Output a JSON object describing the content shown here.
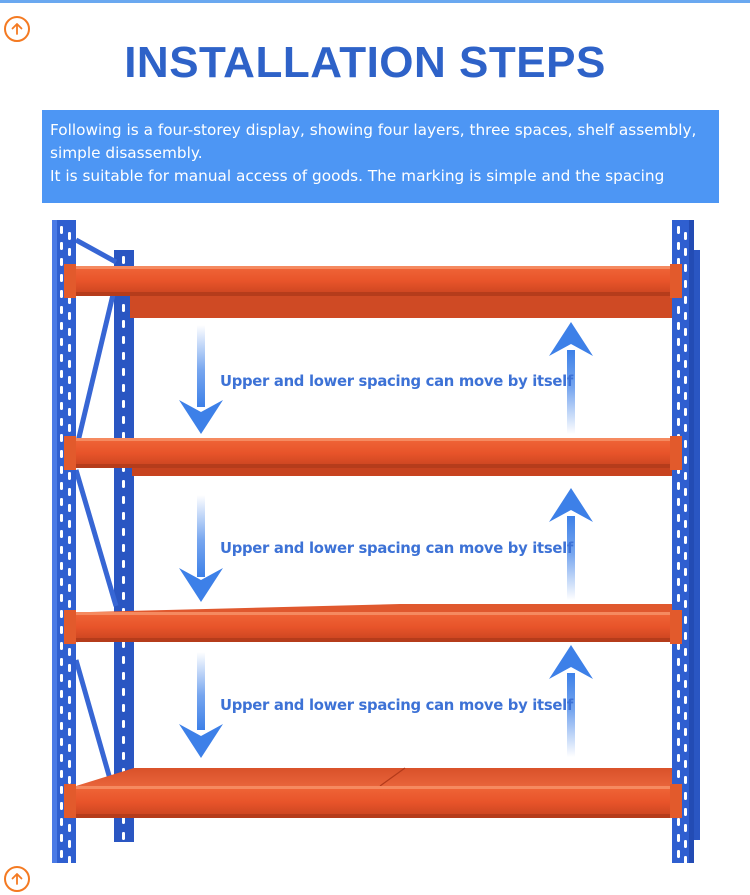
{
  "page": {
    "title": "INSTALLATION STEPS",
    "description_lines": [
      "Following is a four-storey display, showing four layers, three spaces, shelf assembly,",
      "simple disassembly.",
      "It is suitable for manual access of goods. The marking is simple and the spacing"
    ]
  },
  "rack": {
    "spacing_labels": [
      "Upper and lower spacing can move by itself",
      "Upper and lower spacing can move by itself",
      "Upper and lower spacing can move by itself"
    ],
    "colors": {
      "upright": "#2f5fd0",
      "beam": "#e8542a",
      "arrow": "#3d80e8"
    }
  },
  "icons": {
    "scroll_top": "arrow-up-circle-icon",
    "scroll_bottom": "arrow-up-circle-icon"
  }
}
